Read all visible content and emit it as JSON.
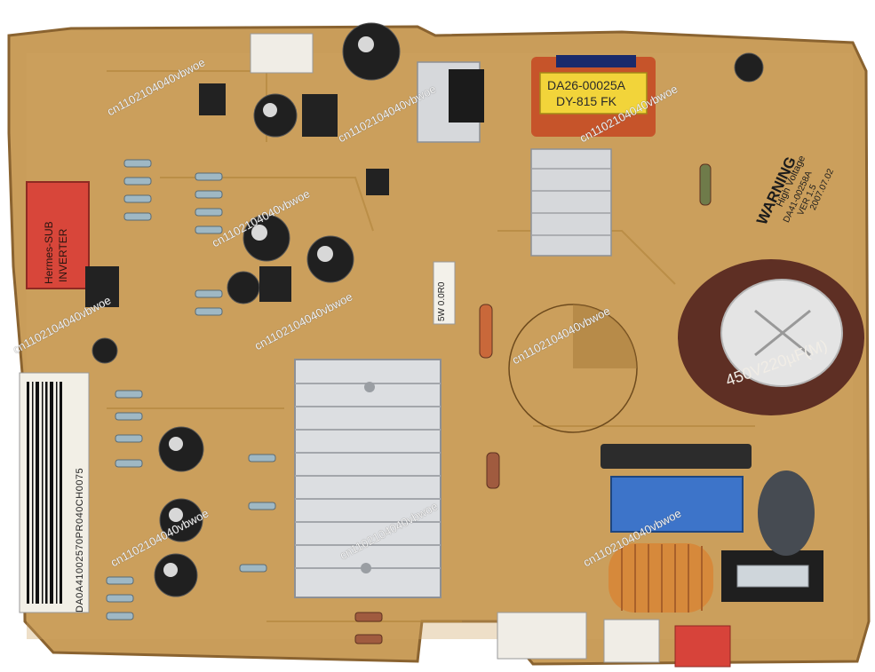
{
  "scene": {
    "board_bg": "#c89b57",
    "board_edge": "#a97c3e",
    "heatsink": "#d7d9dc"
  },
  "labels": {
    "inverter_line1": "Hermes-SUB",
    "inverter_line2": "INVERTER",
    "transformer_line1": "DA26-00025A",
    "transformer_line2": "DY-815 FK",
    "warning_title": "WARNING",
    "warning_sub": "High Voltage",
    "board_code": "DA41-00258A",
    "board_ver": "VER 1.5",
    "board_date": "2007.07.02",
    "cap_rating": "450V220µF(M)",
    "resistor_mark": "5W 0.0R0",
    "barcode_text": "DA0A41002570PR040CH0075",
    "watermarks": [
      "cn1102104040vbwoe",
      "cn1102104040vbwoe",
      "cn1102104040vbwoe",
      "cn1102104040vbwoe",
      "cn1102104040vbwoe",
      "cn1102104040vbwoe",
      "cn1102104040vbwoe",
      "cn1102104040vbwoe",
      "cn1102104040vbwoe",
      "cn1102104040vbwoe"
    ]
  }
}
